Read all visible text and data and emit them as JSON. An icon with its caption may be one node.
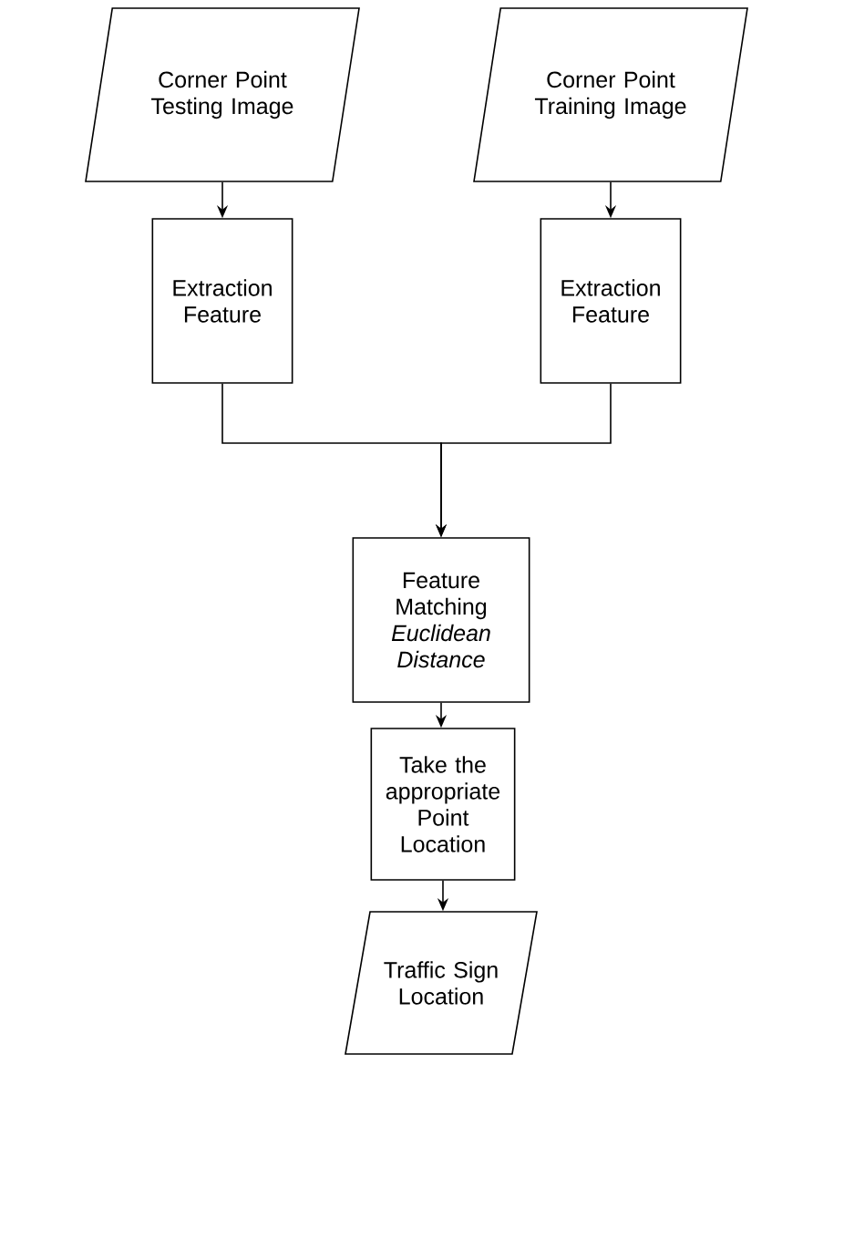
{
  "diagram": {
    "nodes": [
      {
        "text": [
          "Corner Point Testing Image"
        ]
      },
      {
        "text": [
          "Corner Point Training Image"
        ]
      },
      {
        "text": [
          "Extraction Feature"
        ]
      },
      {
        "text": [
          "Extraction Feature"
        ]
      },
      {
        "text": [
          "Feature Matching",
          "Euclidean Distance"
        ]
      },
      {
        "text": [
          "Take the appropriate Point Location"
        ]
      },
      {
        "text": [
          "Traffic Sign Location"
        ]
      }
    ],
    "edges": [
      {
        "from": 0,
        "to": 2,
        "arrow": "to"
      },
      {
        "from": 1,
        "to": 3,
        "arrow": "to"
      },
      {
        "from": 2,
        "to": 4,
        "arrow": "to"
      },
      {
        "from": 3,
        "to": 4,
        "arrow": "to"
      },
      {
        "from": 4,
        "to": 5,
        "arrow": "to"
      },
      {
        "from": 5,
        "to": 6,
        "arrow": "to"
      }
    ]
  }
}
